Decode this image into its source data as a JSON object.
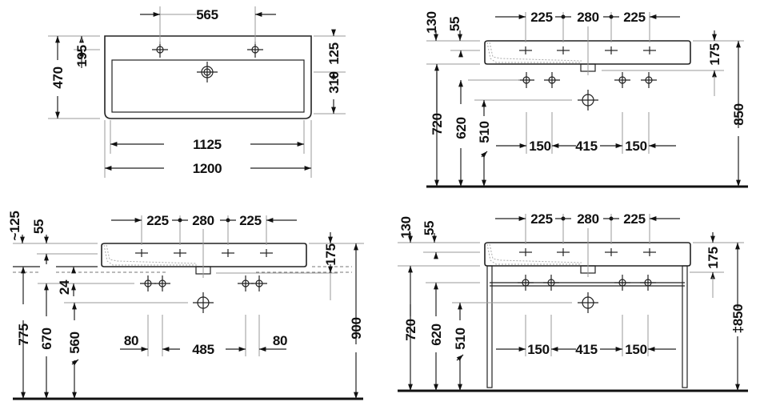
{
  "top_view": {
    "hole_spacing": "565",
    "depth": "470",
    "tap_hole_offset": "195",
    "rim_to_drain": "125",
    "drain_to_front": "310",
    "inner_width": "1125",
    "overall_width": "1200"
  },
  "wall_view_850": {
    "top_dims": [
      "225",
      "280",
      "225"
    ],
    "left_dims": [
      "130",
      "55",
      "720",
      "620",
      "510"
    ],
    "right_dims": [
      "175",
      "850"
    ],
    "bottom_dims": [
      "150",
      "415",
      "150"
    ]
  },
  "wall_view_900": {
    "top_dims": [
      "225",
      "280",
      "225"
    ],
    "left_dims": [
      "~125",
      "55",
      "24",
      "775",
      "670",
      "560"
    ],
    "right_dims": [
      "175",
      "900"
    ],
    "bottom_dims": [
      "80",
      "485",
      "80"
    ]
  },
  "frame_view_850": {
    "top_dims": [
      "225",
      "280",
      "225"
    ],
    "left_dims": [
      "130",
      "55",
      "720",
      "620",
      "510"
    ],
    "right_dims": [
      "175",
      "‡850"
    ],
    "bottom_dims": [
      "150",
      "415",
      "150"
    ]
  }
}
